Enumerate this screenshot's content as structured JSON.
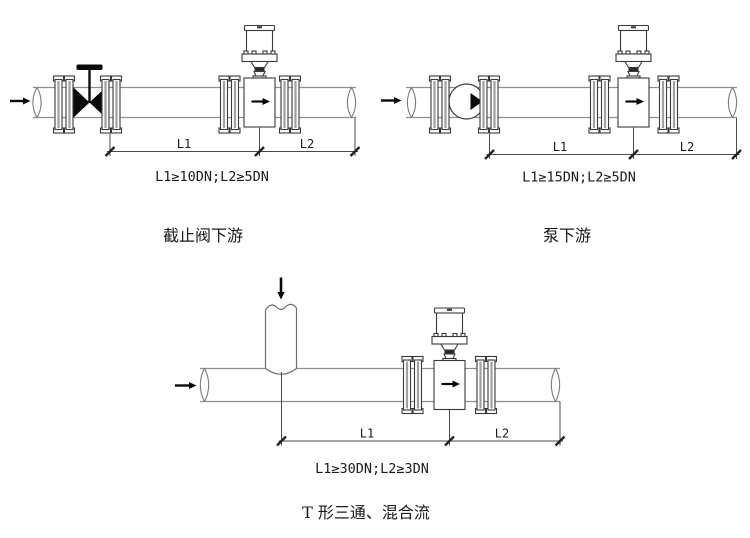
{
  "drawing": {
    "type": "flow-meter-installation-straight-run-requirements",
    "background": "#ffffff"
  },
  "colors": {
    "component_line": "#3a3a3a",
    "pipe_line": "#8f8f8f",
    "black_fill": "#0a0a0a",
    "dimension_line": "#4a4a4a",
    "text": "#1a1a1a"
  },
  "diagrams": [
    {
      "id": "stop-valve-downstream",
      "caption": "截止阀下游",
      "requirement": "L1≥10DN;L2≥5DN",
      "l1_label": "L1",
      "l2_label": "L2"
    },
    {
      "id": "pump-downstream",
      "caption": "泵下游",
      "requirement": "L1≥15DN;L2≥5DN",
      "l1_label": "L1",
      "l2_label": "L2"
    },
    {
      "id": "tee-mixed-flow",
      "caption": "T 形三通、混合流",
      "requirement": "L1≥30DN;L2≥3DN",
      "l1_label": "L1",
      "l2_label": "L2"
    }
  ]
}
